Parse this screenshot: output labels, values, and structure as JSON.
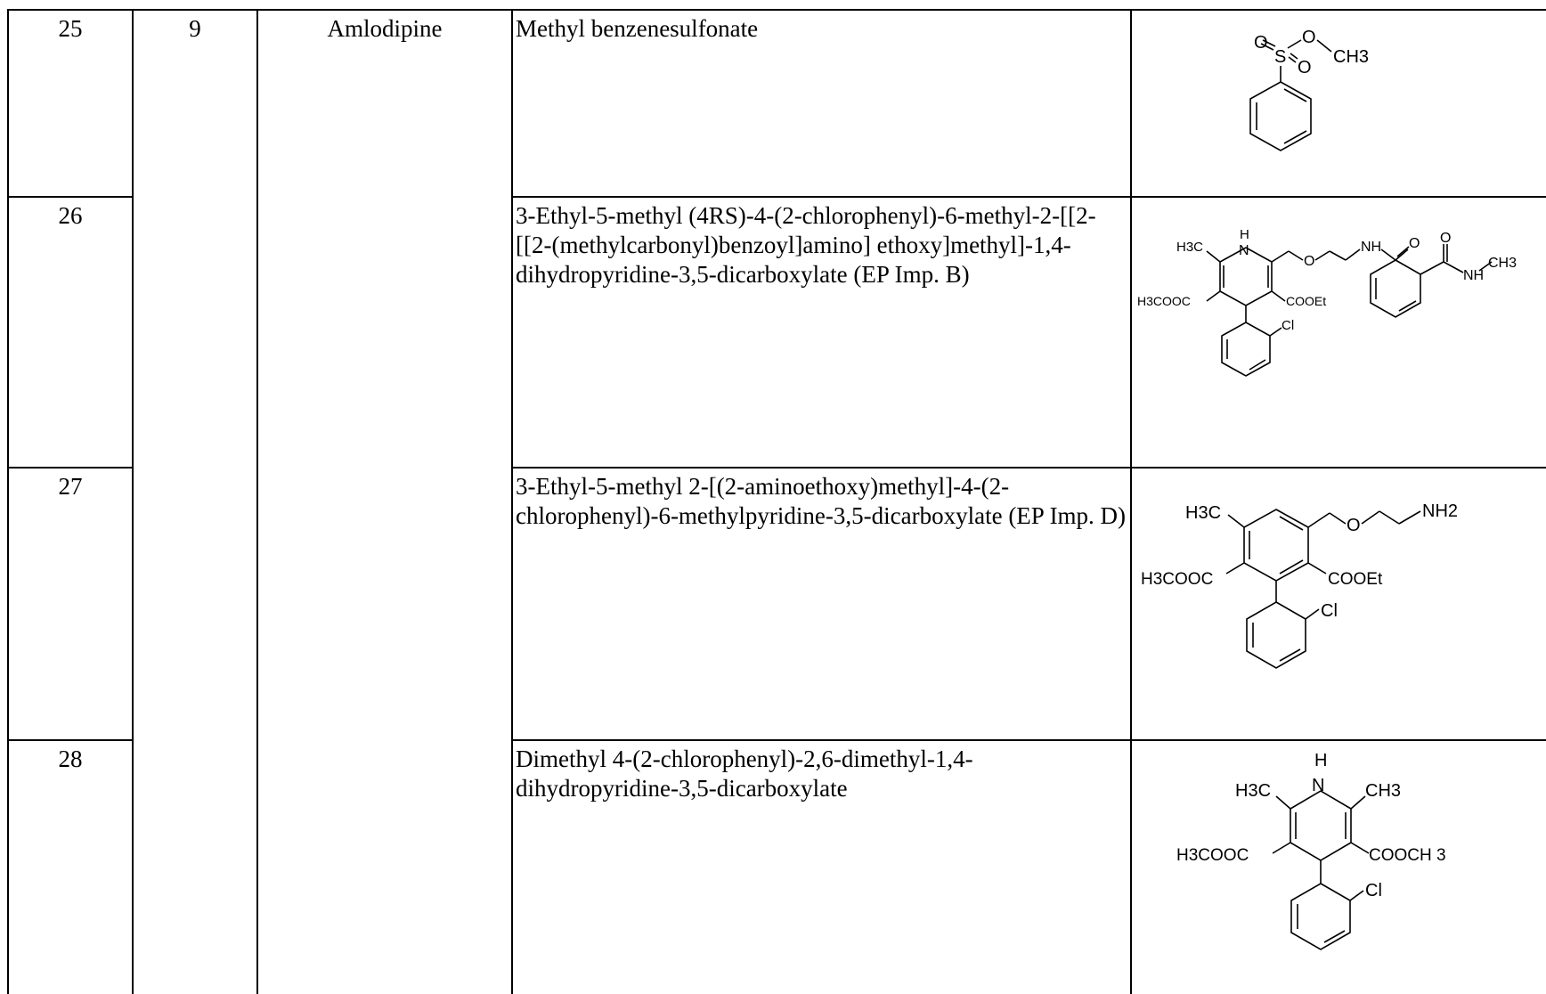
{
  "rows": [
    {
      "sno": "25",
      "group": "9",
      "drug": "Amlodipine",
      "impurity": "Methyl benzenesulfonate",
      "structure_icon": "methyl-benzenesulfonate-structure",
      "structure_labels": [
        "O",
        "S",
        "O",
        "O",
        "CH3"
      ]
    },
    {
      "sno": "26",
      "impurity": "3-Ethyl-5-methyl (4RS)-4-(2-chlorophenyl)-6-methyl-2-[[2-[[2-(methylcarbonyl)benzoyl]amino] ethoxy]methyl]-1,4-dihydropyridine-3,5-dicarboxylate (EP Imp. B)",
      "structure_icon": "ep-impurity-b-structure",
      "structure_labels": [
        "H",
        "H3C",
        "N",
        "O",
        "NH",
        "O",
        "O",
        "H3COOC",
        "COOEt",
        "NH",
        "CH3",
        "Cl"
      ]
    },
    {
      "sno": "27",
      "impurity": "3-Ethyl-5-methyl 2-[(2-aminoethoxy)methyl]-4-(2-chlorophenyl)-6-methylpyridine-3,5-dicarboxylate (EP Imp. D)",
      "structure_icon": "ep-impurity-d-structure",
      "structure_labels": [
        "H3C",
        "O",
        "NH2",
        "H3COOC",
        "COOEt",
        "Cl"
      ]
    },
    {
      "sno": "28",
      "impurity": "Dimethyl 4-(2-chlorophenyl)-2,6-dimethyl-1,4-dihydropyridine-3,5-dicarboxylate",
      "structure_icon": "dimethyl-dihydropyridine-structure",
      "structure_labels": [
        "H",
        "N",
        "H3C",
        "CH3",
        "H3COOC",
        "COOCH 3",
        "Cl"
      ]
    }
  ]
}
